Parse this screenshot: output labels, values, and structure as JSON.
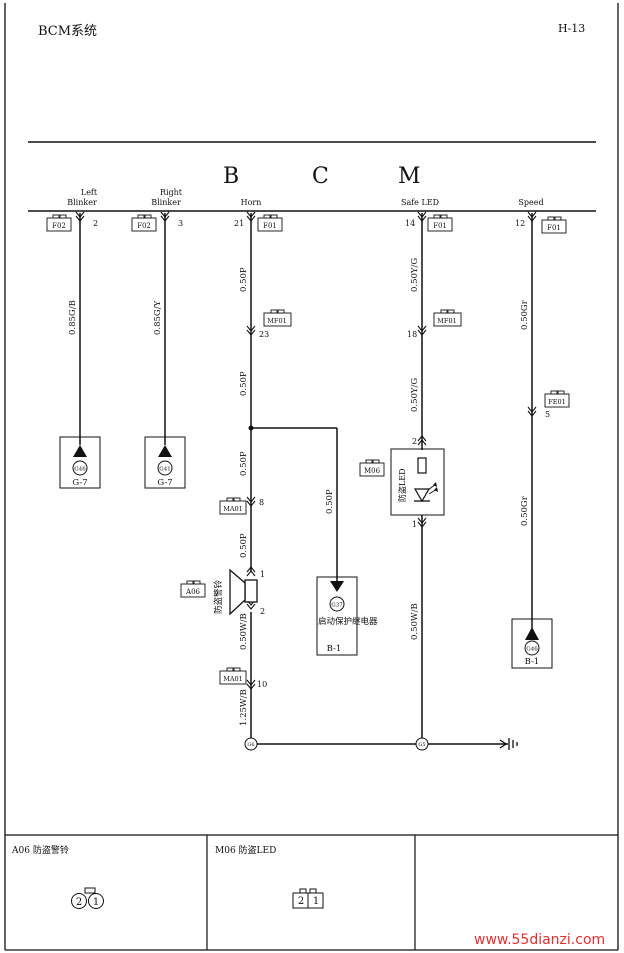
{
  "header": {
    "title": "BCM系统",
    "page_code": "H-13"
  },
  "module": {
    "letters": [
      "B",
      "C",
      "M"
    ]
  },
  "ports": {
    "left_blinker": [
      "Left",
      "Blinker"
    ],
    "right_blinker": [
      "Right",
      "Blinker"
    ],
    "horn": "Horn",
    "safe_led": "Safe LED",
    "speed": "Speed"
  },
  "pins": {
    "p2": "2",
    "p3": "3",
    "p21": "21",
    "p14": "14",
    "p12": "12",
    "p23": "23",
    "p18": "18",
    "p5": "5",
    "p8": "8",
    "a06_1": "1",
    "a06_2": "2",
    "p10": "10",
    "m06_2": "2",
    "m06_1": "1"
  },
  "connectors": {
    "f02": "F02",
    "f01": "F01",
    "mf01": "MF01",
    "fe01": "FE01",
    "ma01": "MA01",
    "a06": "A06",
    "m06": "M06"
  },
  "wires": {
    "w085gb": "0.85G/B",
    "w085gy": "0.85G/Y",
    "w050p": "0.50P",
    "w050yg": "0.50Y/G",
    "w050gr": "0.50Gr",
    "w050wb": "0.50W/B",
    "w125wb": "1.25W/B"
  },
  "grounds": {
    "g1": "G46",
    "g2": "G41",
    "g3": "G6",
    "g4": "G5",
    "g5": "G46"
  },
  "locations": {
    "g7": "G-7",
    "b1": "B-1"
  },
  "components": {
    "siren": "防盗警铃",
    "led": "防盗LED",
    "relay_code": "G37",
    "relay": "启动保护继电器"
  },
  "panels": {
    "a06": "A06 防盗警铃",
    "m06": "M06 防盗LED"
  },
  "pinouts": {
    "a": [
      "2",
      "1"
    ],
    "m": [
      "2",
      "1"
    ]
  },
  "watermark": "www.55dianzi.com"
}
